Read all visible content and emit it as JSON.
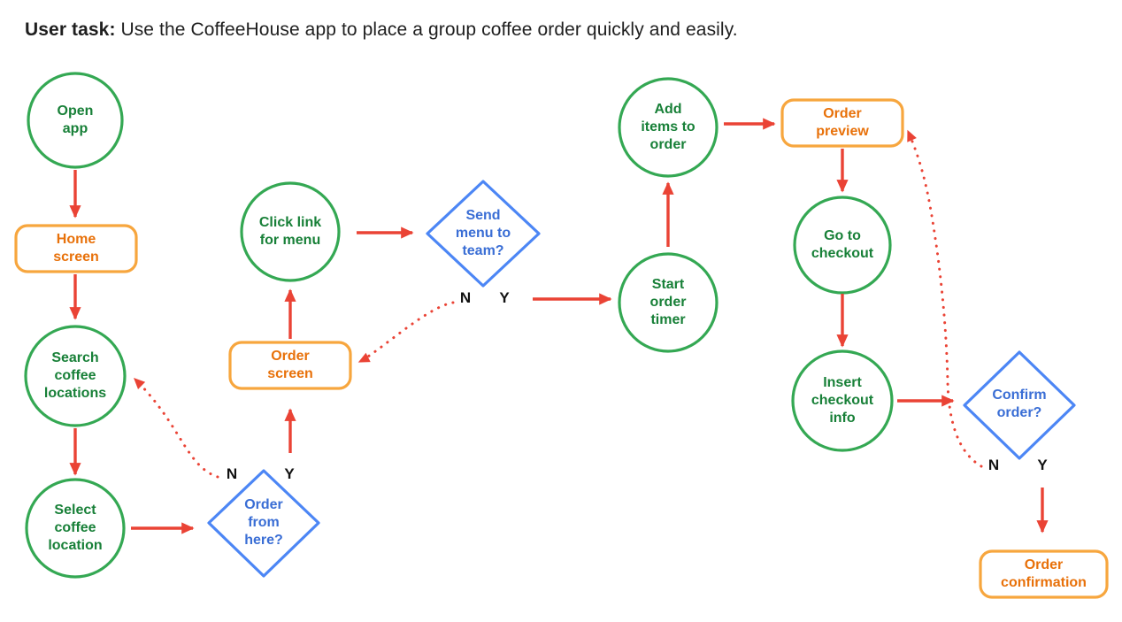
{
  "header": {
    "prefix": "User task:",
    "suffix": "Use the CoffeeHouse app to place a group coffee order quickly and easily."
  },
  "legend": {
    "yes": "Y",
    "no": "N"
  },
  "colors": {
    "process_stroke": "#34a853",
    "process_text": "#188038",
    "screen_stroke": "#f7a63e",
    "screen_text": "#e8710a",
    "decision_stroke": "#4c86f5",
    "decision_text": "#3a6ed5",
    "arrow": "#ea4335",
    "branch_label": "#111111"
  },
  "nodes": [
    {
      "id": "open-app",
      "type": "process",
      "shape": "circle",
      "label": "Open app"
    },
    {
      "id": "home-screen",
      "type": "screen",
      "shape": "rounded-rect",
      "label": "Home screen"
    },
    {
      "id": "search-coffee-locations",
      "type": "process",
      "shape": "circle",
      "label": "Search coffee locations"
    },
    {
      "id": "select-coffee-location",
      "type": "process",
      "shape": "circle",
      "label": "Select coffee location"
    },
    {
      "id": "order-from-here",
      "type": "decision",
      "shape": "diamond",
      "label": "Order from here?"
    },
    {
      "id": "order-screen",
      "type": "screen",
      "shape": "rounded-rect",
      "label": "Order screen"
    },
    {
      "id": "click-link-for-menu",
      "type": "process",
      "shape": "circle",
      "label": "Click link for menu"
    },
    {
      "id": "send-menu-to-team",
      "type": "decision",
      "shape": "diamond",
      "label": "Send menu to team?"
    },
    {
      "id": "start-order-timer",
      "type": "process",
      "shape": "circle",
      "label": "Start order timer"
    },
    {
      "id": "add-items-to-order",
      "type": "process",
      "shape": "circle",
      "label": "Add items to order"
    },
    {
      "id": "order-preview",
      "type": "screen",
      "shape": "rounded-rect",
      "label": "Order preview"
    },
    {
      "id": "go-to-checkout",
      "type": "process",
      "shape": "circle",
      "label": "Go to checkout"
    },
    {
      "id": "insert-checkout-info",
      "type": "process",
      "shape": "circle",
      "label": "Insert checkout info"
    },
    {
      "id": "confirm-order",
      "type": "decision",
      "shape": "diamond",
      "label": "Confirm order?"
    },
    {
      "id": "order-confirmation",
      "type": "screen",
      "shape": "rounded-rect",
      "label": "Order confirmation"
    }
  ],
  "edges": [
    {
      "from": "open-app",
      "to": "home-screen",
      "style": "solid"
    },
    {
      "from": "home-screen",
      "to": "search-coffee-locations",
      "style": "solid"
    },
    {
      "from": "search-coffee-locations",
      "to": "select-coffee-location",
      "style": "solid"
    },
    {
      "from": "select-coffee-location",
      "to": "order-from-here",
      "style": "solid"
    },
    {
      "from": "order-from-here",
      "to": "order-screen",
      "style": "solid",
      "label": "Y"
    },
    {
      "from": "order-from-here",
      "to": "search-coffee-locations",
      "style": "dotted",
      "label": "N"
    },
    {
      "from": "order-screen",
      "to": "click-link-for-menu",
      "style": "solid"
    },
    {
      "from": "click-link-for-menu",
      "to": "send-menu-to-team",
      "style": "solid"
    },
    {
      "from": "send-menu-to-team",
      "to": "start-order-timer",
      "style": "solid",
      "label": "Y"
    },
    {
      "from": "send-menu-to-team",
      "to": "order-screen",
      "style": "dotted",
      "label": "N"
    },
    {
      "from": "start-order-timer",
      "to": "add-items-to-order",
      "style": "solid"
    },
    {
      "from": "add-items-to-order",
      "to": "order-preview",
      "style": "solid"
    },
    {
      "from": "order-preview",
      "to": "go-to-checkout",
      "style": "solid"
    },
    {
      "from": "go-to-checkout",
      "to": "insert-checkout-info",
      "style": "solid"
    },
    {
      "from": "insert-checkout-info",
      "to": "confirm-order",
      "style": "solid"
    },
    {
      "from": "confirm-order",
      "to": "order-confirmation",
      "style": "solid",
      "label": "Y"
    },
    {
      "from": "confirm-order",
      "to": "order-preview",
      "style": "dotted",
      "label": "N"
    }
  ]
}
